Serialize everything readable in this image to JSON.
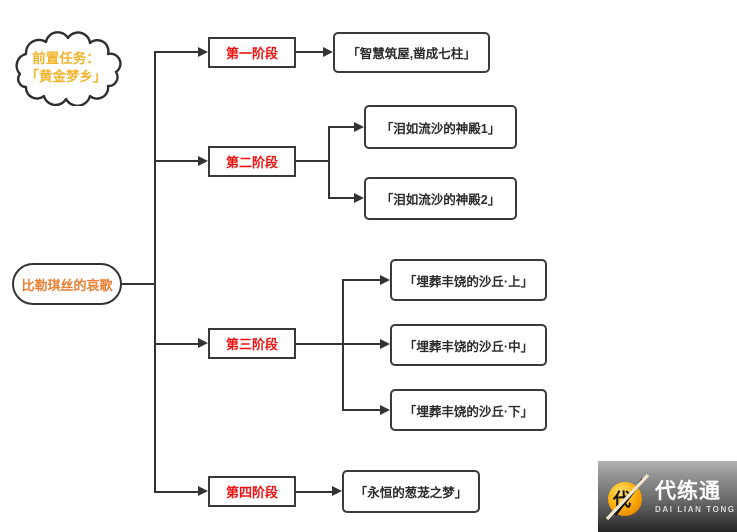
{
  "diagram": {
    "prerequisite": {
      "line1": "前置任务：",
      "line2": "「黄金梦乡」"
    },
    "root_label": "比勒琪丝的哀歌",
    "stages": [
      {
        "label": "第一阶段",
        "quests": [
          "「智慧筑屋,凿成七柱」"
        ]
      },
      {
        "label": "第二阶段",
        "quests": [
          "「泪如流沙的神殿1」",
          "「泪如流沙的神殿2」"
        ]
      },
      {
        "label": "第三阶段",
        "quests": [
          "「埋葬丰饶的沙丘·上」",
          "「埋葬丰饶的沙丘·中」",
          "「埋葬丰饶的沙丘·下」"
        ]
      },
      {
        "label": "第四阶段",
        "quests": [
          "「永恒的葱茏之梦」"
        ]
      }
    ],
    "colors": {
      "prerequisite_text": "#F2B42C",
      "root_text": "#ED7D31",
      "stage_text": "#F01111",
      "quest_text": "#2B2B2B",
      "line": "#333333"
    }
  },
  "watermark": {
    "logo_char": "代",
    "brand": "代练通",
    "brand_en": "DAI LIAN TONG",
    "accent": "#F9B000"
  }
}
